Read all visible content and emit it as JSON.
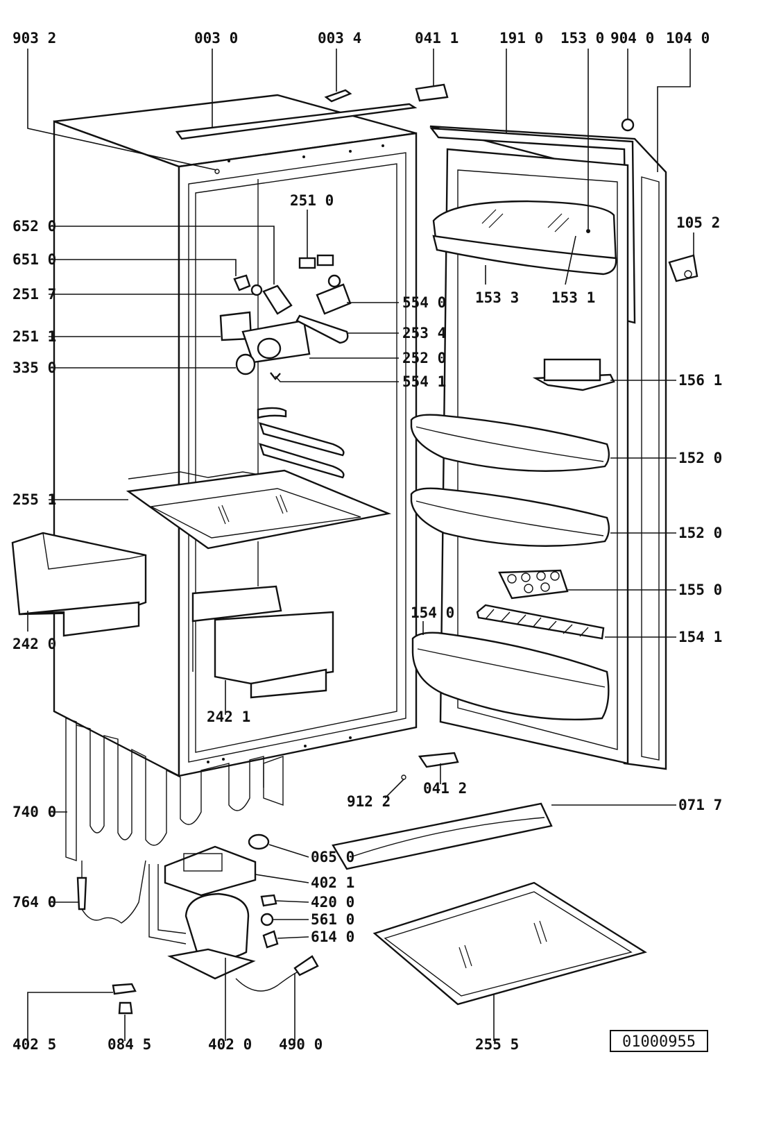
{
  "diagram": {
    "reference_code": "01000955",
    "labels": [
      {
        "id": "p9032",
        "text": "903 2"
      },
      {
        "id": "p0030",
        "text": "003 0"
      },
      {
        "id": "p0034",
        "text": "003 4"
      },
      {
        "id": "p0411",
        "text": "041 1"
      },
      {
        "id": "p1910",
        "text": "191 0"
      },
      {
        "id": "p1530",
        "text": "153 0"
      },
      {
        "id": "p9040",
        "text": "904 0"
      },
      {
        "id": "p1040",
        "text": "104 0"
      },
      {
        "id": "p6520",
        "text": "652 0"
      },
      {
        "id": "p2510",
        "text": "251 0"
      },
      {
        "id": "p1052",
        "text": "105 2"
      },
      {
        "id": "p6510",
        "text": "651 0"
      },
      {
        "id": "p2517",
        "text": "251 7"
      },
      {
        "id": "p5540",
        "text": "554 0"
      },
      {
        "id": "p1533",
        "text": "153 3"
      },
      {
        "id": "p1531",
        "text": "153 1"
      },
      {
        "id": "p2511",
        "text": "251 1"
      },
      {
        "id": "p2534",
        "text": "253 4"
      },
      {
        "id": "p2520",
        "text": "252 0"
      },
      {
        "id": "p3350",
        "text": "335 0"
      },
      {
        "id": "p5541",
        "text": "554 1"
      },
      {
        "id": "p1561",
        "text": "156 1"
      },
      {
        "id": "p1520a",
        "text": "152 0"
      },
      {
        "id": "p2551",
        "text": "255 1"
      },
      {
        "id": "p1520b",
        "text": "152 0"
      },
      {
        "id": "p1550",
        "text": "155 0"
      },
      {
        "id": "p2420",
        "text": "242 0"
      },
      {
        "id": "p1540",
        "text": "154 0"
      },
      {
        "id": "p1541",
        "text": "154 1"
      },
      {
        "id": "p2421",
        "text": "242 1"
      },
      {
        "id": "p9122",
        "text": "912 2"
      },
      {
        "id": "p0412",
        "text": "041 2"
      },
      {
        "id": "p7400",
        "text": "740 0"
      },
      {
        "id": "p0717",
        "text": "071 7"
      },
      {
        "id": "p0650",
        "text": "065 0"
      },
      {
        "id": "p4021",
        "text": "402 1"
      },
      {
        "id": "p7640",
        "text": "764 0"
      },
      {
        "id": "p4200",
        "text": "420 0"
      },
      {
        "id": "p5610",
        "text": "561 0"
      },
      {
        "id": "p6140",
        "text": "614 0"
      },
      {
        "id": "p4025",
        "text": "402 5"
      },
      {
        "id": "p0845",
        "text": "084 5"
      },
      {
        "id": "p4020",
        "text": "402 0"
      },
      {
        "id": "p4900",
        "text": "490 0"
      },
      {
        "id": "p2555",
        "text": "255 5"
      }
    ]
  }
}
